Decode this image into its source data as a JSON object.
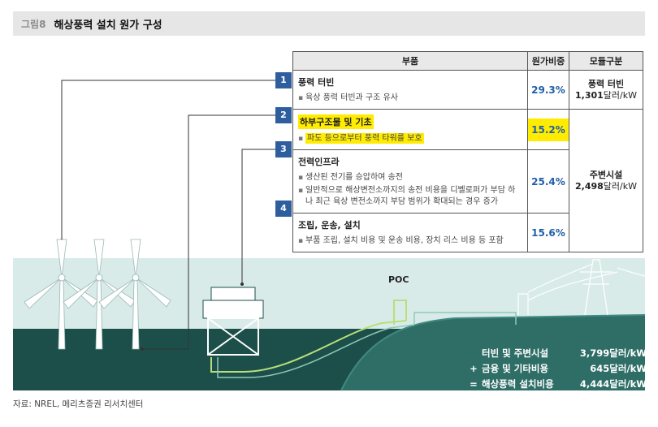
{
  "header": {
    "figure_no": "그림8",
    "title": "해상풍력 설치 원가 구성"
  },
  "table": {
    "headers": [
      "부품",
      "원가비중",
      "모듈구분"
    ],
    "rows": [
      {
        "num": "1",
        "title": "풍력 터빈",
        "bullets": [
          "육상 풍력 터빈과 구조 유사"
        ],
        "share": "29.3%"
      },
      {
        "num": "2",
        "title": "하부구조물 및 기초",
        "bullets": [
          "파도 등으로부터 풍력 타워를 보호"
        ],
        "share": "15.2%"
      },
      {
        "num": "3",
        "title": "전력인프라",
        "bullets": [
          "생산된 전기를 승압하여 송전",
          "일반적으로 해상변전소까지의 송전 비용을 디벨로퍼가 부담 하나 최근 육상 변전소까지 부담 범위가 확대되는 경우 증가"
        ],
        "share": "25.4%"
      },
      {
        "num": "4",
        "title": "조립, 운송, 설치",
        "bullets": [
          "부품 조립, 설치 비용 및 운송 비용, 장치 리스 비용 등 포함"
        ],
        "share": "15.6%"
      }
    ],
    "modules": [
      {
        "title": "풍력 터빈",
        "value_bold": "1,301",
        "value_unit": "달러/kW"
      },
      {
        "title": "주변시설",
        "value_bold": "2,498",
        "value_unit": "달러/kW"
      }
    ]
  },
  "poc_label": "POC",
  "summary": [
    {
      "op": "",
      "label": "터빈 및 주변시설",
      "value": "3,799달러/kW"
    },
    {
      "op": "+",
      "label": "금융 및 기타비용",
      "value": "645달러/kW"
    },
    {
      "op": "=",
      "label": "해상풍력 설치비용",
      "value": "4,444달러/kW"
    }
  ],
  "source": "자료: NREL, 메리츠증권 리서치센터",
  "colors": {
    "sea": "#1d4f4a",
    "sky": "#d9ebe9",
    "number_box": "#2e5e9e",
    "highlight": "#ffec00",
    "percent": "#1f5fa8"
  }
}
